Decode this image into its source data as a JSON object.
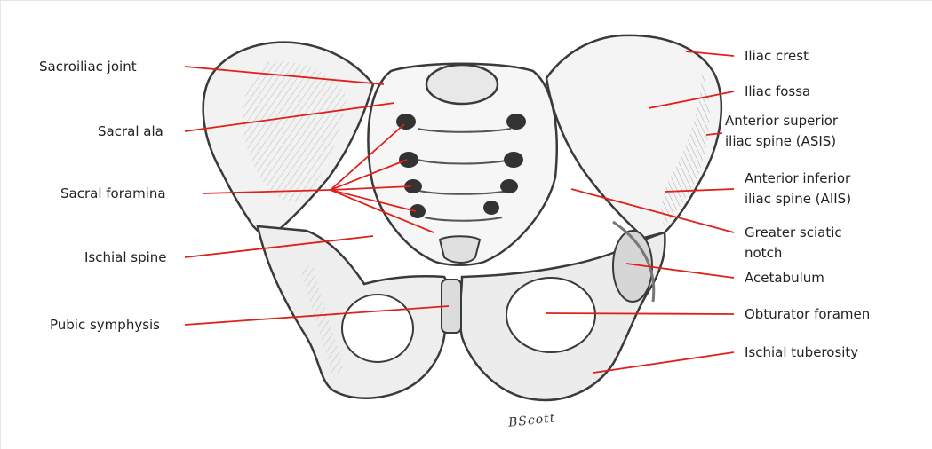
{
  "labels": {
    "sacroiliac_joint": "Sacroiliac joint",
    "sacral_ala": "Sacral ala",
    "sacral_foramina": "Sacral foramina",
    "ischial_spine": "Ischial spine",
    "pubic_symphysis": "Pubic symphysis",
    "iliac_crest": "Iliac crest",
    "iliac_fossa": "Iliac fossa",
    "asis_line1": "Anterior superior",
    "asis_line2": "iliac spine (ASIS)",
    "aiis_line1": "Anterior inferior",
    "aiis_line2": "iliac spine (AIIS)",
    "greater_sciatic_notch_line1": "Greater sciatic",
    "greater_sciatic_notch_line2": "notch",
    "acetabulum": "Acetabulum",
    "obturator_foramen": "Obturator foramen",
    "ischial_tuberosity": "Ischial tuberosity"
  },
  "signature": "BScott",
  "colors": {
    "leader_line": "#e0201b",
    "text": "#222222",
    "bone_stroke": "#3a3a3a",
    "bone_shade": "#cfcfcf"
  }
}
